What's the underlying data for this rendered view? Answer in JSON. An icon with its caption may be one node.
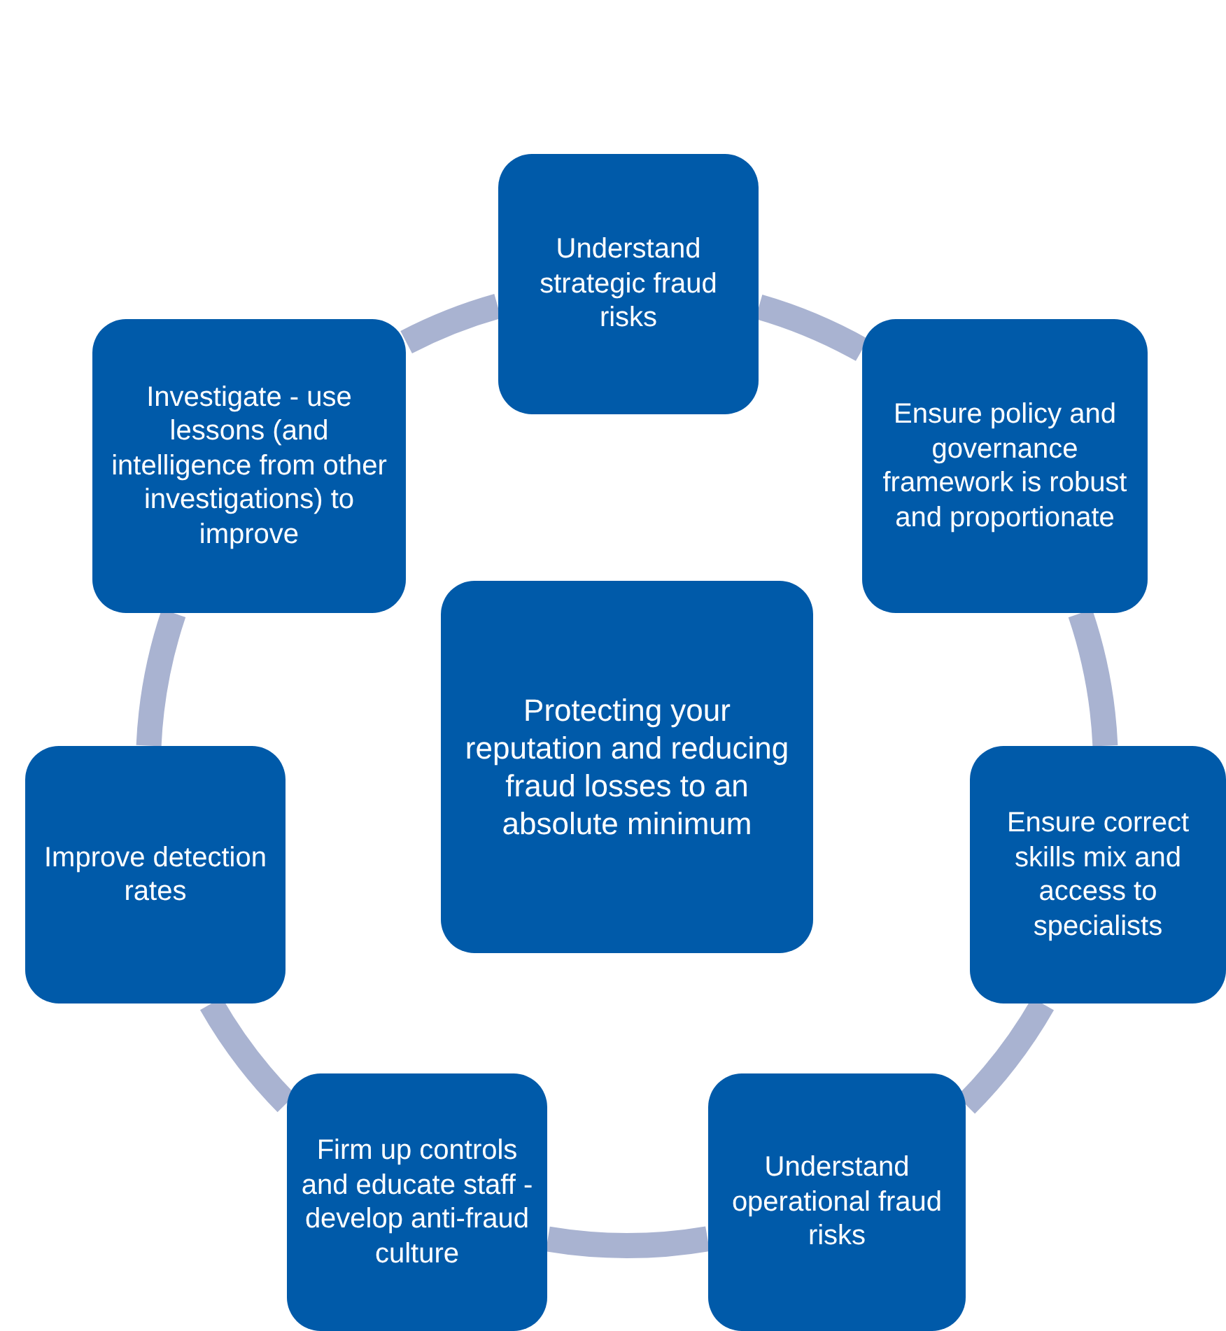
{
  "diagram": {
    "nodes": [
      {
        "text": [
          "Understand strategic fraud risks"
        ]
      },
      {
        "text": [
          "Ensure policy and governance framework is robust and proportionate"
        ]
      },
      {
        "text": [
          "Ensure correct skills mix and access to specialists"
        ]
      },
      {
        "text": [
          "Understand operational fraud risks"
        ]
      },
      {
        "text": [
          "Firm up controls and educate staff - develop anti-fraud culture"
        ]
      },
      {
        "text": [
          "Improve detection rates"
        ]
      },
      {
        "text": [
          "Investigate - use lessons (and intelligence from other investigations) to improve"
        ]
      },
      {
        "text": [
          "Protecting your reputation and reducing fraud losses to an absolute minimum"
        ]
      }
    ],
    "edges": [
      {
        "from": 0,
        "to": 1,
        "arrow": "none"
      },
      {
        "from": 1,
        "to": 2,
        "arrow": "none"
      },
      {
        "from": 2,
        "to": 3,
        "arrow": "none"
      },
      {
        "from": 3,
        "to": 4,
        "arrow": "none"
      },
      {
        "from": 4,
        "to": 5,
        "arrow": "none"
      },
      {
        "from": 5,
        "to": 6,
        "arrow": "none"
      },
      {
        "from": 6,
        "to": 0,
        "arrow": "none"
      }
    ]
  }
}
